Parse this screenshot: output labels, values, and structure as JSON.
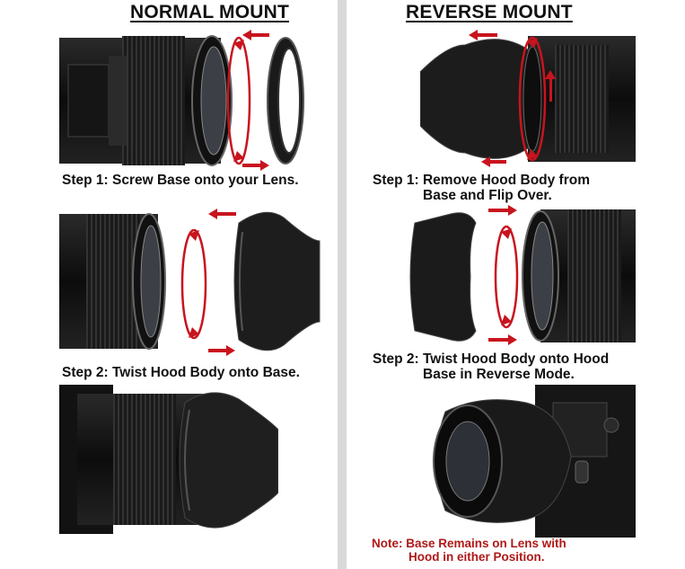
{
  "columns": {
    "normal": {
      "title": "NORMAL MOUNT",
      "step1": "Step 1: Screw Base onto your Lens.",
      "step2": "Step 2: Twist Hood Body onto Base."
    },
    "reverse": {
      "title": "REVERSE MOUNT",
      "step1_line1": "Step 1: Remove Hood Body from",
      "step1_line2": "Base and Flip Over.",
      "step2_line1": "Step 2: Twist Hood Body onto Hood",
      "step2_line2": "Base in Reverse Mode.",
      "note_line1": "Note: Base Remains on Lens with",
      "note_line2": "Hood in either Position."
    }
  },
  "colors": {
    "arrow_red": "#c8141e",
    "note_red": "#b01818",
    "divider": "#d9d9d9"
  }
}
